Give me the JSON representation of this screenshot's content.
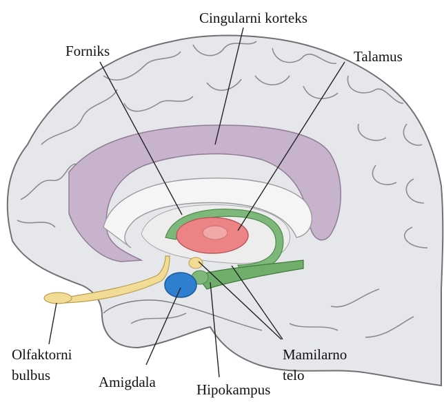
{
  "labels": {
    "cingulate": "Cingularni korteks",
    "fornix": "Forniks",
    "thalamus": "Talamus",
    "olfactory_line1": "Olfaktorni",
    "olfactory_line2": "bulbus",
    "amygdala": "Amigdala",
    "hippocampus": "Hipokampus",
    "mammillary_line1": "Mamilarno",
    "mammillary_line2": "telo"
  },
  "colors": {
    "cortex": "#e6e7ea",
    "cortex_outline": "#6f7074",
    "cingulate": "#c7b3cc",
    "corpus_callosum": "#f5f5f6",
    "thalamus": "#ec8486",
    "fornix": "#7db87a",
    "amygdala": "#2f7fd0",
    "olfactory_bulb": "#f2dc95",
    "mammillary_body": "#f2dc95",
    "hippocampus": "#6fae6b",
    "leader_line": "#222222"
  }
}
